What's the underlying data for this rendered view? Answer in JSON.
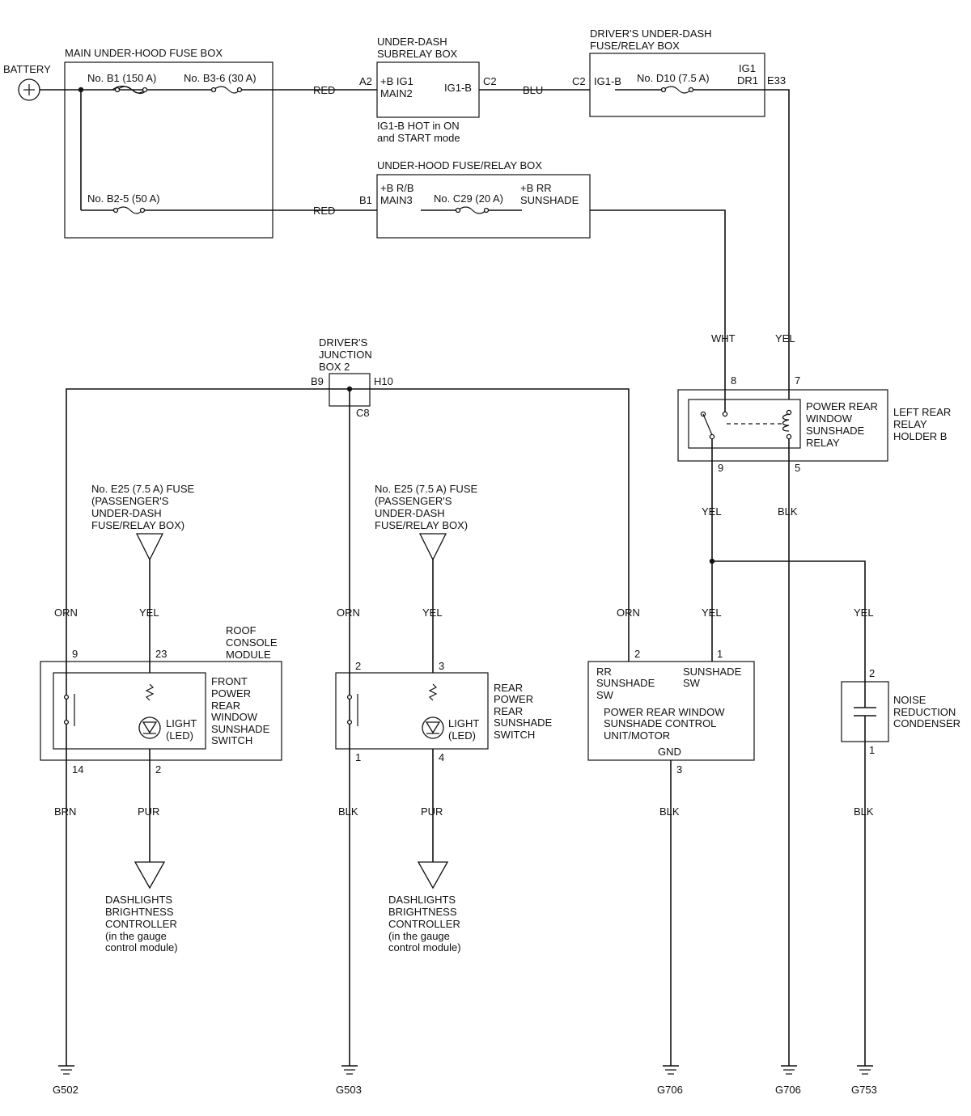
{
  "battery": {
    "label": "BATTERY"
  },
  "main_fuse_box": {
    "title": "MAIN UNDER-HOOD FUSE BOX",
    "fuse_b1": "No. B1 (150 A)",
    "fuse_b3": "No. B3-6 (30 A)",
    "fuse_b2": "No. B2-5 (50 A)"
  },
  "subrelay_box": {
    "title_1": "UNDER-DASH",
    "title_2": "SUBRELAY BOX",
    "pin_a2": "A2",
    "inner_1": "+B IG1",
    "inner_2": "MAIN2",
    "inner_3": "IG1-B",
    "pin_c2": "C2",
    "note_1": "IG1-B HOT in ON",
    "note_2": "and START mode"
  },
  "driver_fuse_box": {
    "title_1": "DRIVER'S UNDER-DASH",
    "title_2": "FUSE/RELAY BOX",
    "pin_c2": "C2",
    "inner_ig1b": "IG1-B",
    "fuse_d10": "No. D10 (7.5 A)",
    "inner_ig1": "IG1",
    "inner_dr1": "DR1",
    "pin_e33": "E33"
  },
  "underhood_relay_box": {
    "title": "UNDER-HOOD FUSE/RELAY BOX",
    "pin_b1": "B1",
    "inner_1": "+B R/B",
    "inner_2": "MAIN3",
    "fuse_c29": "No. C29 (20 A)",
    "inner_3": "+B RR",
    "inner_4": "SUNSHADE"
  },
  "wires": {
    "red_top": "RED",
    "blu": "BLU",
    "red_bottom": "RED",
    "wht": "WHT",
    "yel_e33": "YEL",
    "yel_relay9": "YEL",
    "blk_relay5": "BLK",
    "orn_left": "ORN",
    "yel_fuse_left": "YEL",
    "orn_mid": "ORN",
    "yel_fuse_mid": "YEL",
    "orn_right": "ORN",
    "yel_unit": "YEL",
    "yel_cond": "YEL",
    "brn": "BRN",
    "pur_left": "PUR",
    "blk_mid": "BLK",
    "pur_mid": "PUR",
    "blk_unit": "BLK",
    "blk_cond": "BLK"
  },
  "junction_box": {
    "title_1": "DRIVER'S",
    "title_2": "JUNCTION",
    "title_3": "BOX 2",
    "pin_b9": "B9",
    "pin_h10": "H10",
    "pin_c8": "C8"
  },
  "relay_holder": {
    "pin_8": "8",
    "pin_7": "7",
    "pin_9": "9",
    "pin_5": "5",
    "relay_1": "POWER REAR",
    "relay_2": "WINDOW",
    "relay_3": "SUNSHADE",
    "relay_4": "RELAY",
    "holder_1": "LEFT REAR",
    "holder_2": "RELAY",
    "holder_3": "HOLDER B"
  },
  "fuse_e25_left": {
    "l1": "No. E25 (7.5 A) FUSE",
    "l2": "(PASSENGER'S",
    "l3": "UNDER-DASH",
    "l4": "FUSE/RELAY BOX)"
  },
  "fuse_e25_mid": {
    "l1": "No. E25 (7.5 A) FUSE",
    "l2": "(PASSENGER'S",
    "l3": "UNDER-DASH",
    "l4": "FUSE/RELAY BOX)"
  },
  "roof_console": {
    "title_1": "ROOF",
    "title_2": "CONSOLE",
    "title_3": "MODULE",
    "pin_9": "9",
    "pin_23": "23",
    "pin_14": "14",
    "pin_2": "2",
    "switch_1": "FRONT",
    "switch_2": "POWER",
    "switch_3": "REAR",
    "switch_4": "WINDOW",
    "switch_5": "SUNSHADE",
    "switch_6": "SWITCH",
    "light_1": "LIGHT",
    "light_2": "(LED)"
  },
  "rear_switch": {
    "pin_2": "2",
    "pin_3": "3",
    "pin_1": "1",
    "pin_4": "4",
    "label_1": "REAR",
    "label_2": "POWER",
    "label_3": "REAR",
    "label_4": "SUNSHADE",
    "label_5": "SWITCH",
    "light_1": "LIGHT",
    "light_2": "(LED)"
  },
  "control_unit": {
    "pin_2": "2",
    "pin_1": "1",
    "pin_3": "3",
    "rr_1": "RR",
    "rr_2": "SUNSHADE",
    "rr_3": "SW",
    "sun_1": "SUNSHADE",
    "sun_2": "SW",
    "name_1": "POWER REAR WINDOW",
    "name_2": "SUNSHADE CONTROL",
    "name_3": "UNIT/MOTOR",
    "gnd": "GND"
  },
  "condenser": {
    "pin_2": "2",
    "pin_1": "1",
    "l1": "NOISE",
    "l2": "REDUCTION",
    "l3": "CONDENSER"
  },
  "dashlights_left": {
    "l1": "DASHLIGHTS",
    "l2": "BRIGHTNESS",
    "l3": "CONTROLLER",
    "l4": "(in the gauge",
    "l5": "control module)"
  },
  "dashlights_mid": {
    "l1": "DASHLIGHTS",
    "l2": "BRIGHTNESS",
    "l3": "CONTROLLER",
    "l4": "(in the gauge",
    "l5": "control module)"
  },
  "grounds": {
    "g502": "G502",
    "g503": "G503",
    "g706_a": "G706",
    "g706_b": "G706",
    "g753": "G753"
  }
}
